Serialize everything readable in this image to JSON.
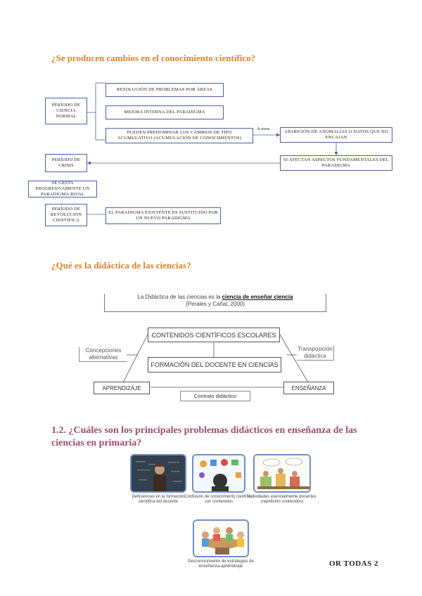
{
  "section1": {
    "title": "¿Se producen cambios en el conocimiento científico?",
    "periodo_normal": "PERÍODO DE CIENCIA NORMAL",
    "resolucion": "RESOLUCIÓN DE PROBLEMAS POR ÁREAS",
    "mejora": "MEJORA INTERNA DEL PARADIGMA",
    "pueden_line1": "PUEDEN PREDOMINAR LOS CAMBIOS DE TIPO",
    "pueden_line2": "ACUMULATIVO (ACUMULACIÓN DE CONOCIMIENTOS)",
    "a_veces": "A veces",
    "aparicion": "APARICIÓN DE ANOMALÍAS O DATOS QUE NO ENCAJAN",
    "crisis": "PERÍODO DE CRISIS",
    "afectan": "SI AFECTAN ASPECTOS FUNDAMENTALES DEL PARADIGMA",
    "gesta": "SE GESTA PROGRESIVAMENTE UN PARADIGMA RIVAL",
    "revolucion": "PERÍODO DE REVOLUCIÓN CIENTÍFICA",
    "sustituido": "EL PARADIGMA EXISTENTE ES SUSTITUIDO POR UN NUEVO PARADIGMA"
  },
  "section2": {
    "title": "¿Qué es la didáctica de las ciencias?",
    "def_prefix": "La Didáctica de las ciencias es la",
    "def_emph": "ciencia de enseñar ciencia",
    "def_cite": "(Perales y Cañal, 2000)",
    "contenidos": "CONTENIDOS CIENTÍFICOS ESCOLARES",
    "formacion": "FORMACIÓN DEL DOCENTE EN CIENCIAS",
    "aprendizaje": "APRENDIZAJE",
    "ensenanza": "ENSEÑANZA",
    "contrato": "Contrato didáctico",
    "concepciones": "Concepciones alternativas",
    "transposicion": "Transposición didáctica"
  },
  "section3": {
    "title": "1.2. ¿Cuáles son los principales problemas didácticos en enseñanza de las ciencias en primaria?",
    "captions": [
      "Deficiencias en la formación científica del docente",
      "Confusión de conocimiento científico con contenidos",
      "Actividades esencialmente docentes (repetición contenidos)",
      "Desconocimiento de estrategias de enseñanza-aprendizaje"
    ]
  },
  "footer": {
    "text": "OR TODAS 2"
  }
}
